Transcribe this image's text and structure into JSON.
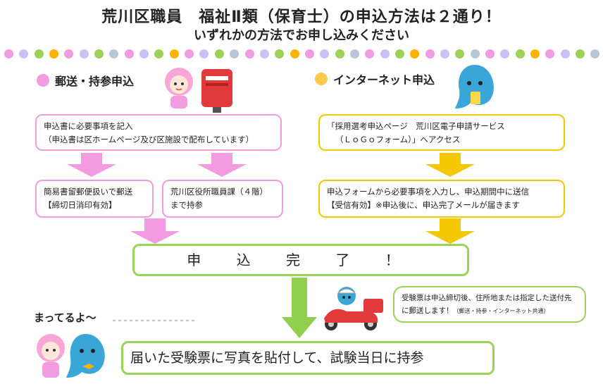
{
  "header": {
    "title": "荒川区職員　福祉Ⅱ類（保育士）の申込方法は２通り！",
    "subtitle": "いずれかの方法でお申し込みください"
  },
  "colors": {
    "pink": "#f29be0",
    "yellow": "#f5c700",
    "green": "#9ad25a",
    "lavender": "#c9c3f5",
    "orange": "#ffb300",
    "grey_blue": "#b9c6d9"
  },
  "dot_pattern": [
    "pink",
    "lavender",
    "green",
    "orange",
    "pink",
    "lavender",
    "green",
    "grey_blue"
  ],
  "mail": {
    "heading": "郵送・持参申込",
    "step1_line1": "申込書に必要事項を記入",
    "step1_line2": "（申込書は区ホームページ及び区施設で配布しています）",
    "post_line1": "簡易書留郵便扱いで郵送",
    "post_line2": "【締切日消印有効】",
    "visit_line1": "荒川区役所職員課（４階）",
    "visit_line2": "まで持参"
  },
  "online": {
    "heading": "インターネット申込",
    "step1_line1": "「採用選考申込ページ　荒川区電子申請サービス",
    "step1_line2": "（ＬｏＧｏフォーム）」へアクセス",
    "step2_line1": "申込フォームから必要事項を入力し、申込期間中に送信",
    "step2_line2": "【受信有効】※申込後に、申込完了メールが届きます"
  },
  "complete": {
    "label": "申 込 完 了 ！"
  },
  "notice": {
    "line1": "受験票は申込締切後、住所地または指定した送付先",
    "line2": "に郵送します！",
    "line2_small": "（郵送・持参・インターネット共通）"
  },
  "waiting": {
    "text": "まってるよ〜"
  },
  "final": {
    "text": "届いた受験票に写真を貼付して、試験当日に持参"
  },
  "icons": [
    "pink-character-icon",
    "mailbox-icon",
    "blue-character-icon",
    "scooter-mail-carrier-icon"
  ]
}
